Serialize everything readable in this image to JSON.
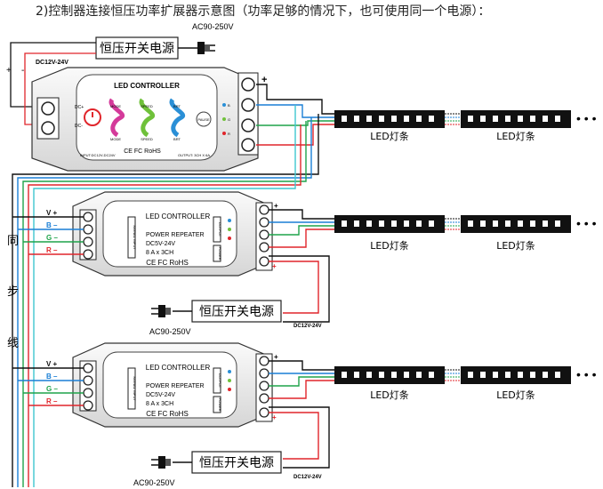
{
  "title": "2)控制器连接恒压功率扩展器示意图（功率足够的情况下，也可使用同一个电源）：",
  "psu_label": "恒压开关电源",
  "ac_label": "AC90-250V",
  "dc_label": "DC12V-24V",
  "plus": "+",
  "minus": "-",
  "controller": {
    "title": "LED CONTROLLER",
    "buttons": [
      "MODE",
      "SPEED",
      "BRT",
      "PAUSE",
      "MODE",
      "SPEED",
      "BRT"
    ],
    "dc_labels": [
      "DC+",
      "DC-"
    ],
    "input_label": "INPUT:DC12V-DC24V",
    "output_label": "OUTPUT: 3CH X 6A",
    "cert": "CE FC RoHS",
    "out_letters": [
      "B",
      "G",
      "R"
    ]
  },
  "repeater": {
    "title": "LED CONTROLLER",
    "model": "POWER REPEATER",
    "voltage": "DC5V-24V",
    "current": "8 A x 3CH",
    "cert": "CE FC RoHS",
    "signal_input": "SIGNAL INPUT",
    "output_tag": "OUTPUT",
    "power_tag": "POWER",
    "in_labels": [
      "V +",
      "B –",
      "G –",
      "R –"
    ],
    "out_letters": [
      "B",
      "G",
      "R"
    ]
  },
  "strip_label": "LED灯条",
  "sync_label": [
    "同",
    "步",
    "线"
  ],
  "colors": {
    "wire_black": "#111111",
    "wire_blue": "#1a7fd6",
    "wire_green": "#1ea34a",
    "wire_red": "#e0252b",
    "wire_cyan": "#3fc6cf",
    "mode": "#d43a9a",
    "speed": "#6fc13a",
    "brt": "#2a8fd6",
    "power": "#e0252b"
  }
}
